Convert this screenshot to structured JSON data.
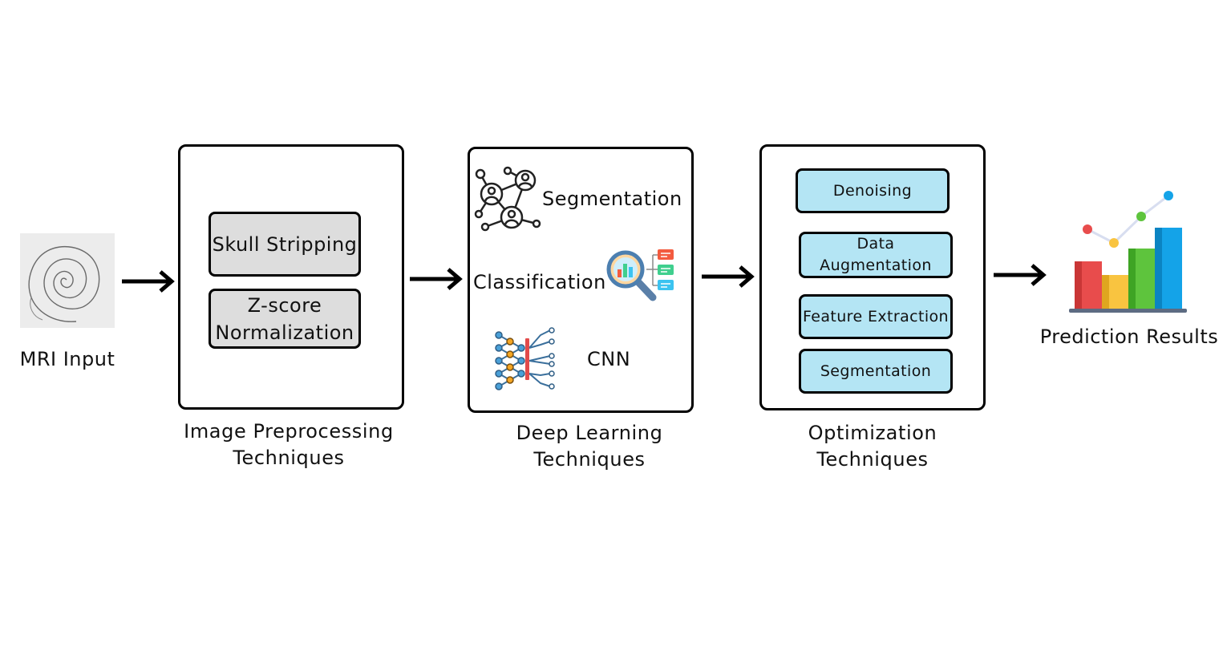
{
  "mri": {
    "label": "MRI Input",
    "icon": "mri-scan-icon"
  },
  "preprocessing": {
    "steps": [
      "Skull Stripping",
      "Z-score\nNormalization"
    ],
    "caption_line1": "Image Preprocessing",
    "caption_line2": "Techniques"
  },
  "deep_learning": {
    "items": [
      {
        "label": "Segmentation",
        "icon": "network-people-icon"
      },
      {
        "label": "Classification",
        "icon": "magnifier-chart-icon"
      },
      {
        "label": "CNN",
        "icon": "neural-network-icon"
      }
    ],
    "caption_line1": "Deep Learning",
    "caption_line2": "Techniques"
  },
  "optimization": {
    "steps": [
      "Denoising",
      "Data\nAugmentation",
      "Feature Extraction",
      "Segmentation"
    ],
    "caption_line1": "Optimization",
    "caption_line2": "Techniques"
  },
  "results": {
    "label": "Prediction Results",
    "icon": "bar-chart-icon"
  },
  "colors": {
    "step_gray": "#dddddd",
    "step_blue": "#b4e5f4",
    "bar_red": "#e84c4c",
    "bar_yellow": "#f9c440",
    "bar_green": "#5ec43d",
    "bar_blue": "#14a3e8"
  }
}
